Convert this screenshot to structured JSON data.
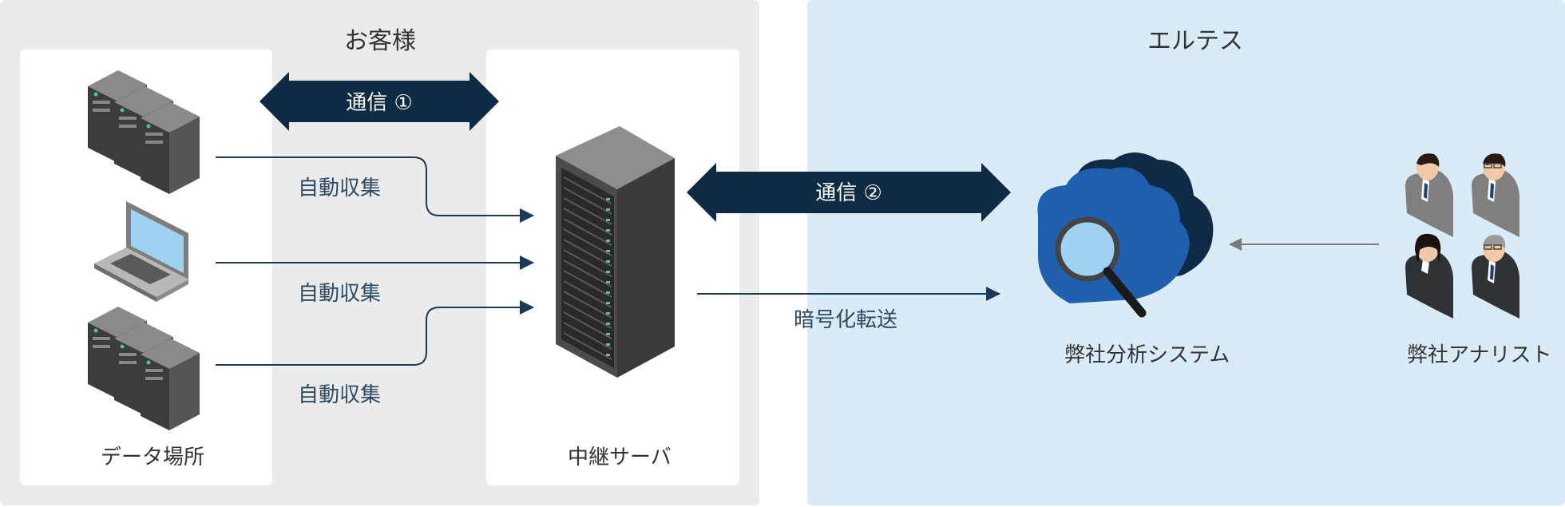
{
  "zones": {
    "customer_title": "お客様",
    "company_title": "エルテス"
  },
  "labels": {
    "comm1": "通信 ①",
    "comm2": "通信 ②",
    "auto_collect_1": "自動収集",
    "auto_collect_2": "自動収集",
    "auto_collect_3": "自動収集",
    "data_location": "データ場所",
    "relay_server": "中継サーバ",
    "encrypted_transfer": "暗号化転送",
    "analysis_system": "弊社分析システム",
    "analysts": "弊社アナリスト"
  },
  "icons": [
    "server-stack-icon",
    "laptop-icon",
    "server-stack-icon",
    "rack-server-icon",
    "cloud-search-icon",
    "analyst-group-icon"
  ],
  "colors": {
    "customer_bg": "#ebebeb",
    "company_bg": "#daebf8",
    "banner": "#0f2b44",
    "connector": "#1c3a55",
    "gray_arrow": "#7a7a7a",
    "cloud_blue": "#1f5fae",
    "cloud_dark": "#0f2a47"
  }
}
